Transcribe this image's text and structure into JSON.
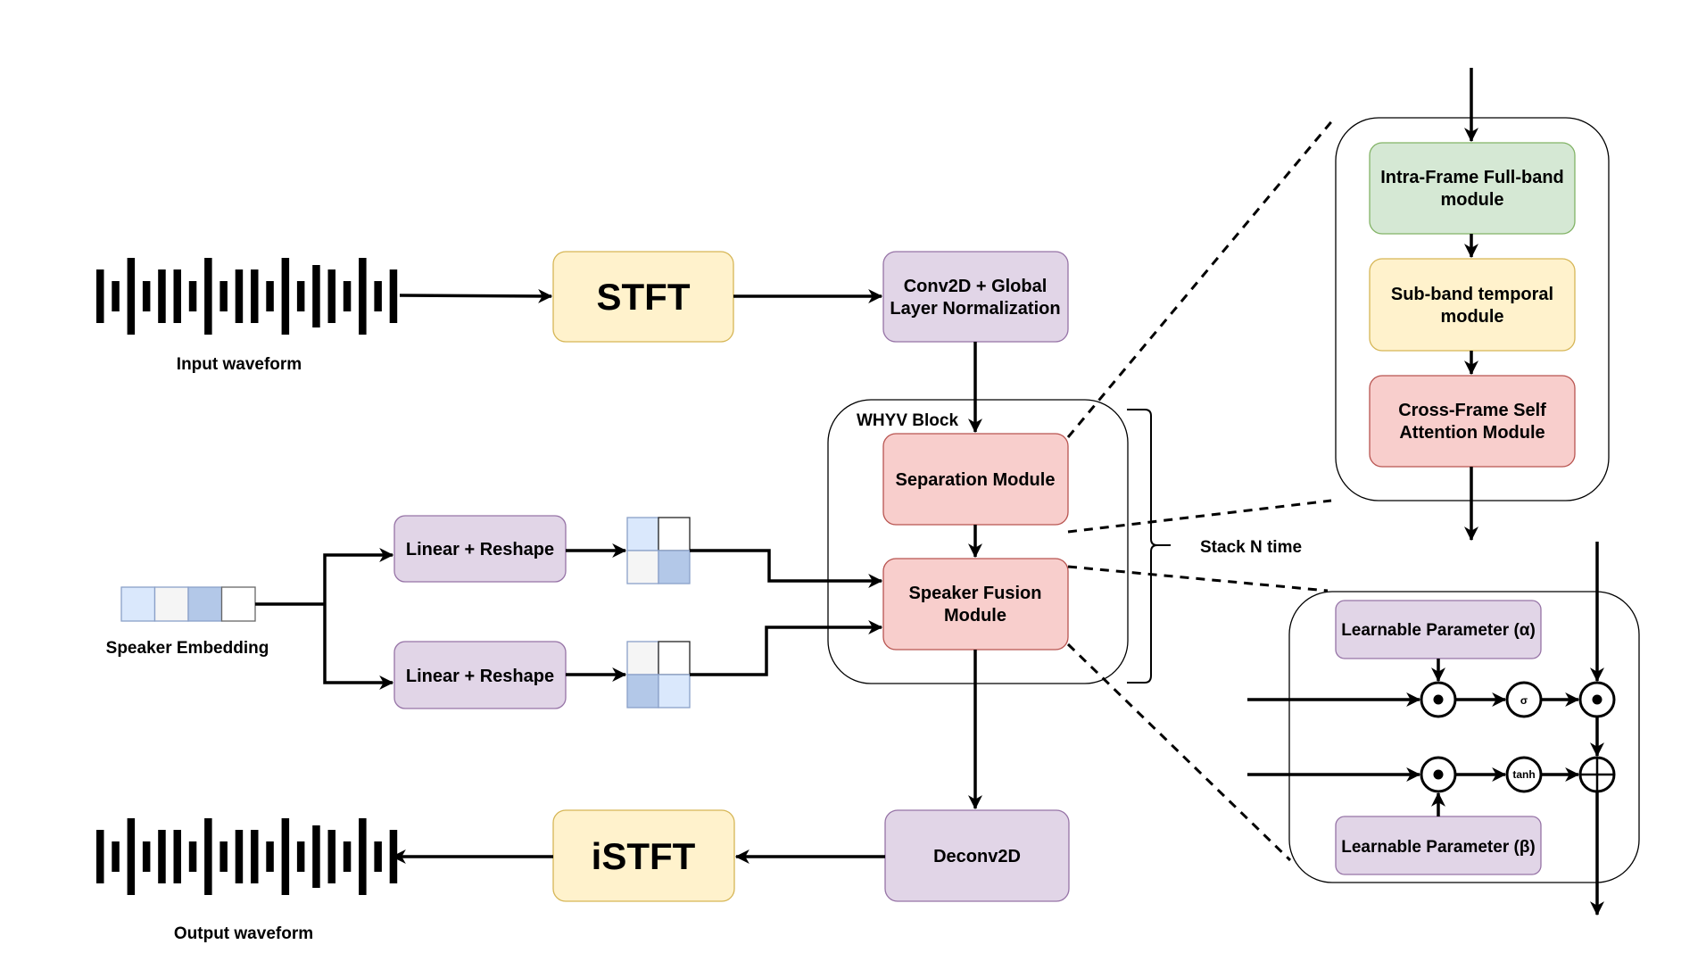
{
  "diagram": {
    "input_waveform_label": "Input waveform",
    "output_waveform_label": "Output waveform",
    "stft_label": "STFT",
    "istft_label": "iSTFT",
    "conv_label_line1": "Conv2D + Global",
    "conv_label_line2": "Layer Normalization",
    "deconv_label": "Deconv2D",
    "whyv_block_label": "WHYV Block",
    "separation_label": "Separation Module",
    "fusion_label_line1": "Speaker Fusion",
    "fusion_label_line2": "Module",
    "stack_label": "Stack N time",
    "speaker_embedding_label": "Speaker Embedding",
    "linear_reshape_top_label": "Linear + Reshape",
    "linear_reshape_bottom_label": "Linear + Reshape",
    "separation_detail": {
      "intra_frame_line1": "Intra-Frame Full-band",
      "intra_frame_line2": "module",
      "subband_line1": "Sub-band temporal",
      "subband_line2": "module",
      "cross_frame_line1": "Cross-Frame Self",
      "cross_frame_line2": "Attention Module"
    },
    "fusion_detail": {
      "alpha_label": "Learnable Parameter (α)",
      "beta_label": "Learnable Parameter (β)",
      "sigma_symbol": "σ",
      "tanh_symbol": "tanh",
      "hadamard_op": "element-wise product",
      "add_op": "element-wise sum"
    },
    "embedding_cells": [
      "#dae8fc",
      "#f5f5f5",
      "#b3c8e8",
      "#ffffff"
    ],
    "grid_top_cells": [
      "#dae8fc",
      "#ffffff",
      "#f5f5f5",
      "#b3c8e8"
    ],
    "grid_bottom_cells": [
      "#f5f5f5",
      "#ffffff",
      "#b3c8e8",
      "#dae8fc"
    ],
    "colors": {
      "yellow_fill": "#fff2cc",
      "purple_fill": "#e1d5e7",
      "red_fill": "#f8cecc",
      "green_fill": "#d5e8d4"
    }
  }
}
